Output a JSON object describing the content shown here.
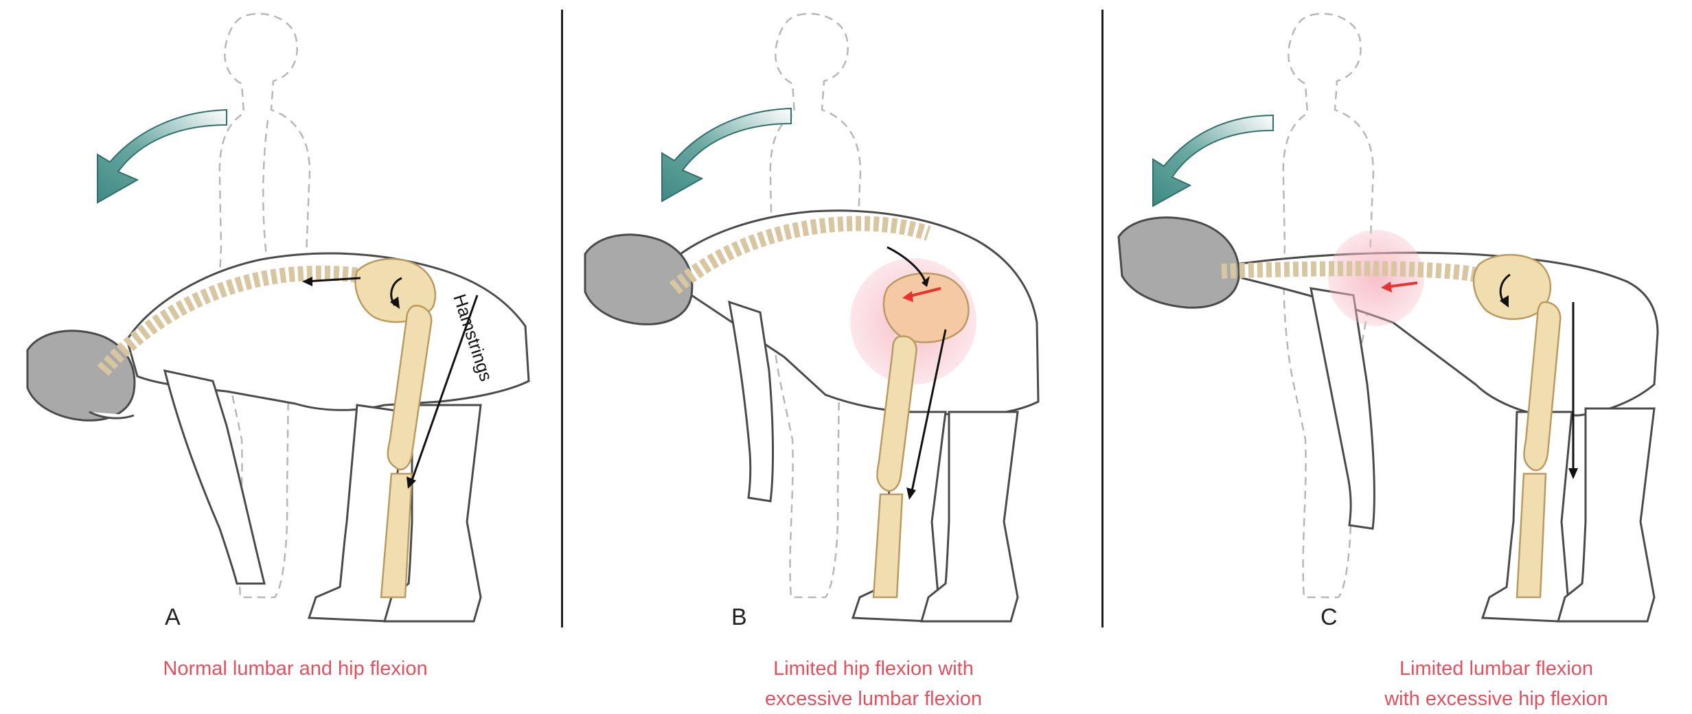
{
  "panels": [
    {
      "letter": "A",
      "caption": "Normal lumbar and hip flexion",
      "muscle_label": "Hamstrings"
    },
    {
      "letter": "B",
      "caption": "Limited hip flexion with\nexcessive lumbar flexion"
    },
    {
      "letter": "C",
      "caption": "Limited lumbar flexion\nwith excessive hip flexion"
    }
  ],
  "colors": {
    "arrow_teal": "#3f8a84",
    "bone": "#f1deb0",
    "bone_outline": "#b99a61",
    "highlight_pink": "#f6b9c4",
    "highlight_arrow": "#e8342f",
    "caption_red": "#e0505e",
    "outline": "#4a4a4a",
    "ghost_dashed": "#b7b7b7"
  }
}
